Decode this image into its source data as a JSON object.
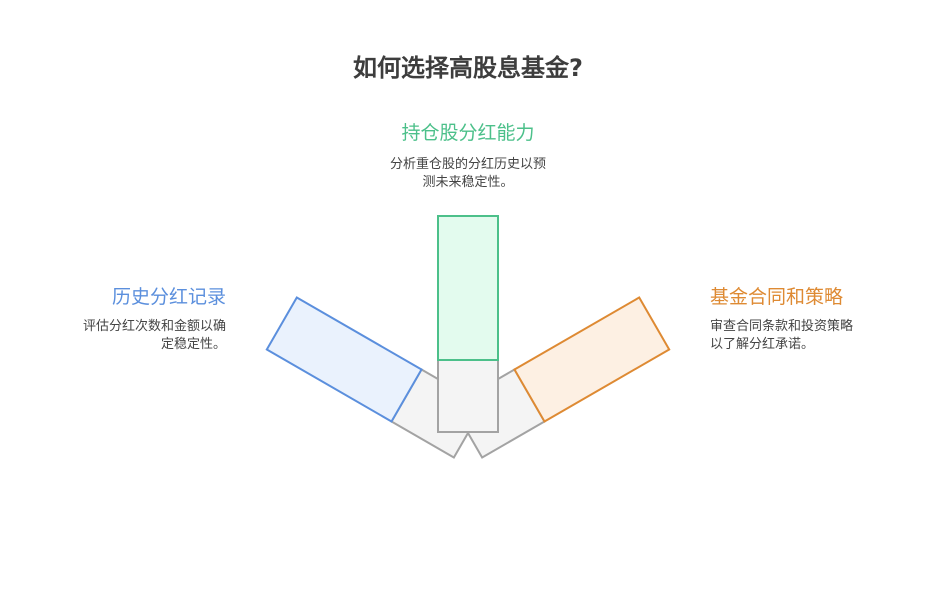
{
  "title": "如何选择高股息基金?",
  "items": [
    {
      "key": "top",
      "heading": "持仓股分红能力",
      "desc_lines": [
        "分析重仓股的分红历史以预",
        "测未来稳定性。"
      ],
      "color": "#4cc08a",
      "fill": "#e3fbee"
    },
    {
      "key": "left",
      "heading": "历史分红记录",
      "desc_lines": [
        "评估分红次数和金额以确",
        "定稳定性。"
      ],
      "color": "#5b8fdd",
      "fill": "#eaf2fd"
    },
    {
      "key": "right",
      "heading": "基金合同和策略",
      "desc_lines": [
        "审查合同条款和投资策略",
        "以了解分红承诺。"
      ],
      "color": "#de8a33",
      "fill": "#fdf0e3"
    }
  ],
  "handle_fill": "#f4f4f4",
  "handle_stroke": "#a3a3a3"
}
